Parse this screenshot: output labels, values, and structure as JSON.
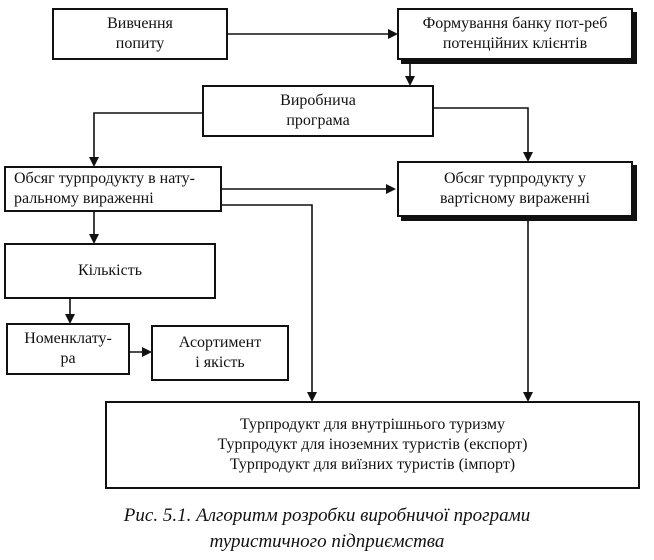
{
  "diagram": {
    "boxes": {
      "demand_study": {
        "lines": [
          "Вивчення",
          "попиту"
        ]
      },
      "needs_bank": {
        "lines": [
          "Формування банку пот-реб",
          "потенційних клієнтів"
        ]
      },
      "production_program": {
        "lines": [
          "Виробнича",
          "програма"
        ]
      },
      "volume_natural": {
        "lines": [
          "Обсяг турпродукту в нату-",
          "ральному вираженні"
        ]
      },
      "volume_value": {
        "lines": [
          "Обсяг турпродукту у",
          "вартісному вираженні"
        ]
      },
      "quantity": {
        "lines": [
          "Кількість"
        ]
      },
      "nomenclature": {
        "lines": [
          "Номенклату-",
          "ра"
        ]
      },
      "assortment_quality": {
        "lines": [
          "Асортимент",
          "і якість"
        ]
      },
      "tourproduct_types": {
        "lines": [
          "Турпродукт для внутрішнього туризму",
          "Турпродукт для іноземних туристів (експорт)",
          "Турпродукт для виїзних туристів (імпорт)"
        ]
      }
    },
    "caption": {
      "line1": "Рис. 5.1. Алгоритм розробки виробничої програми",
      "line2": "туристичного підприємства"
    }
  }
}
